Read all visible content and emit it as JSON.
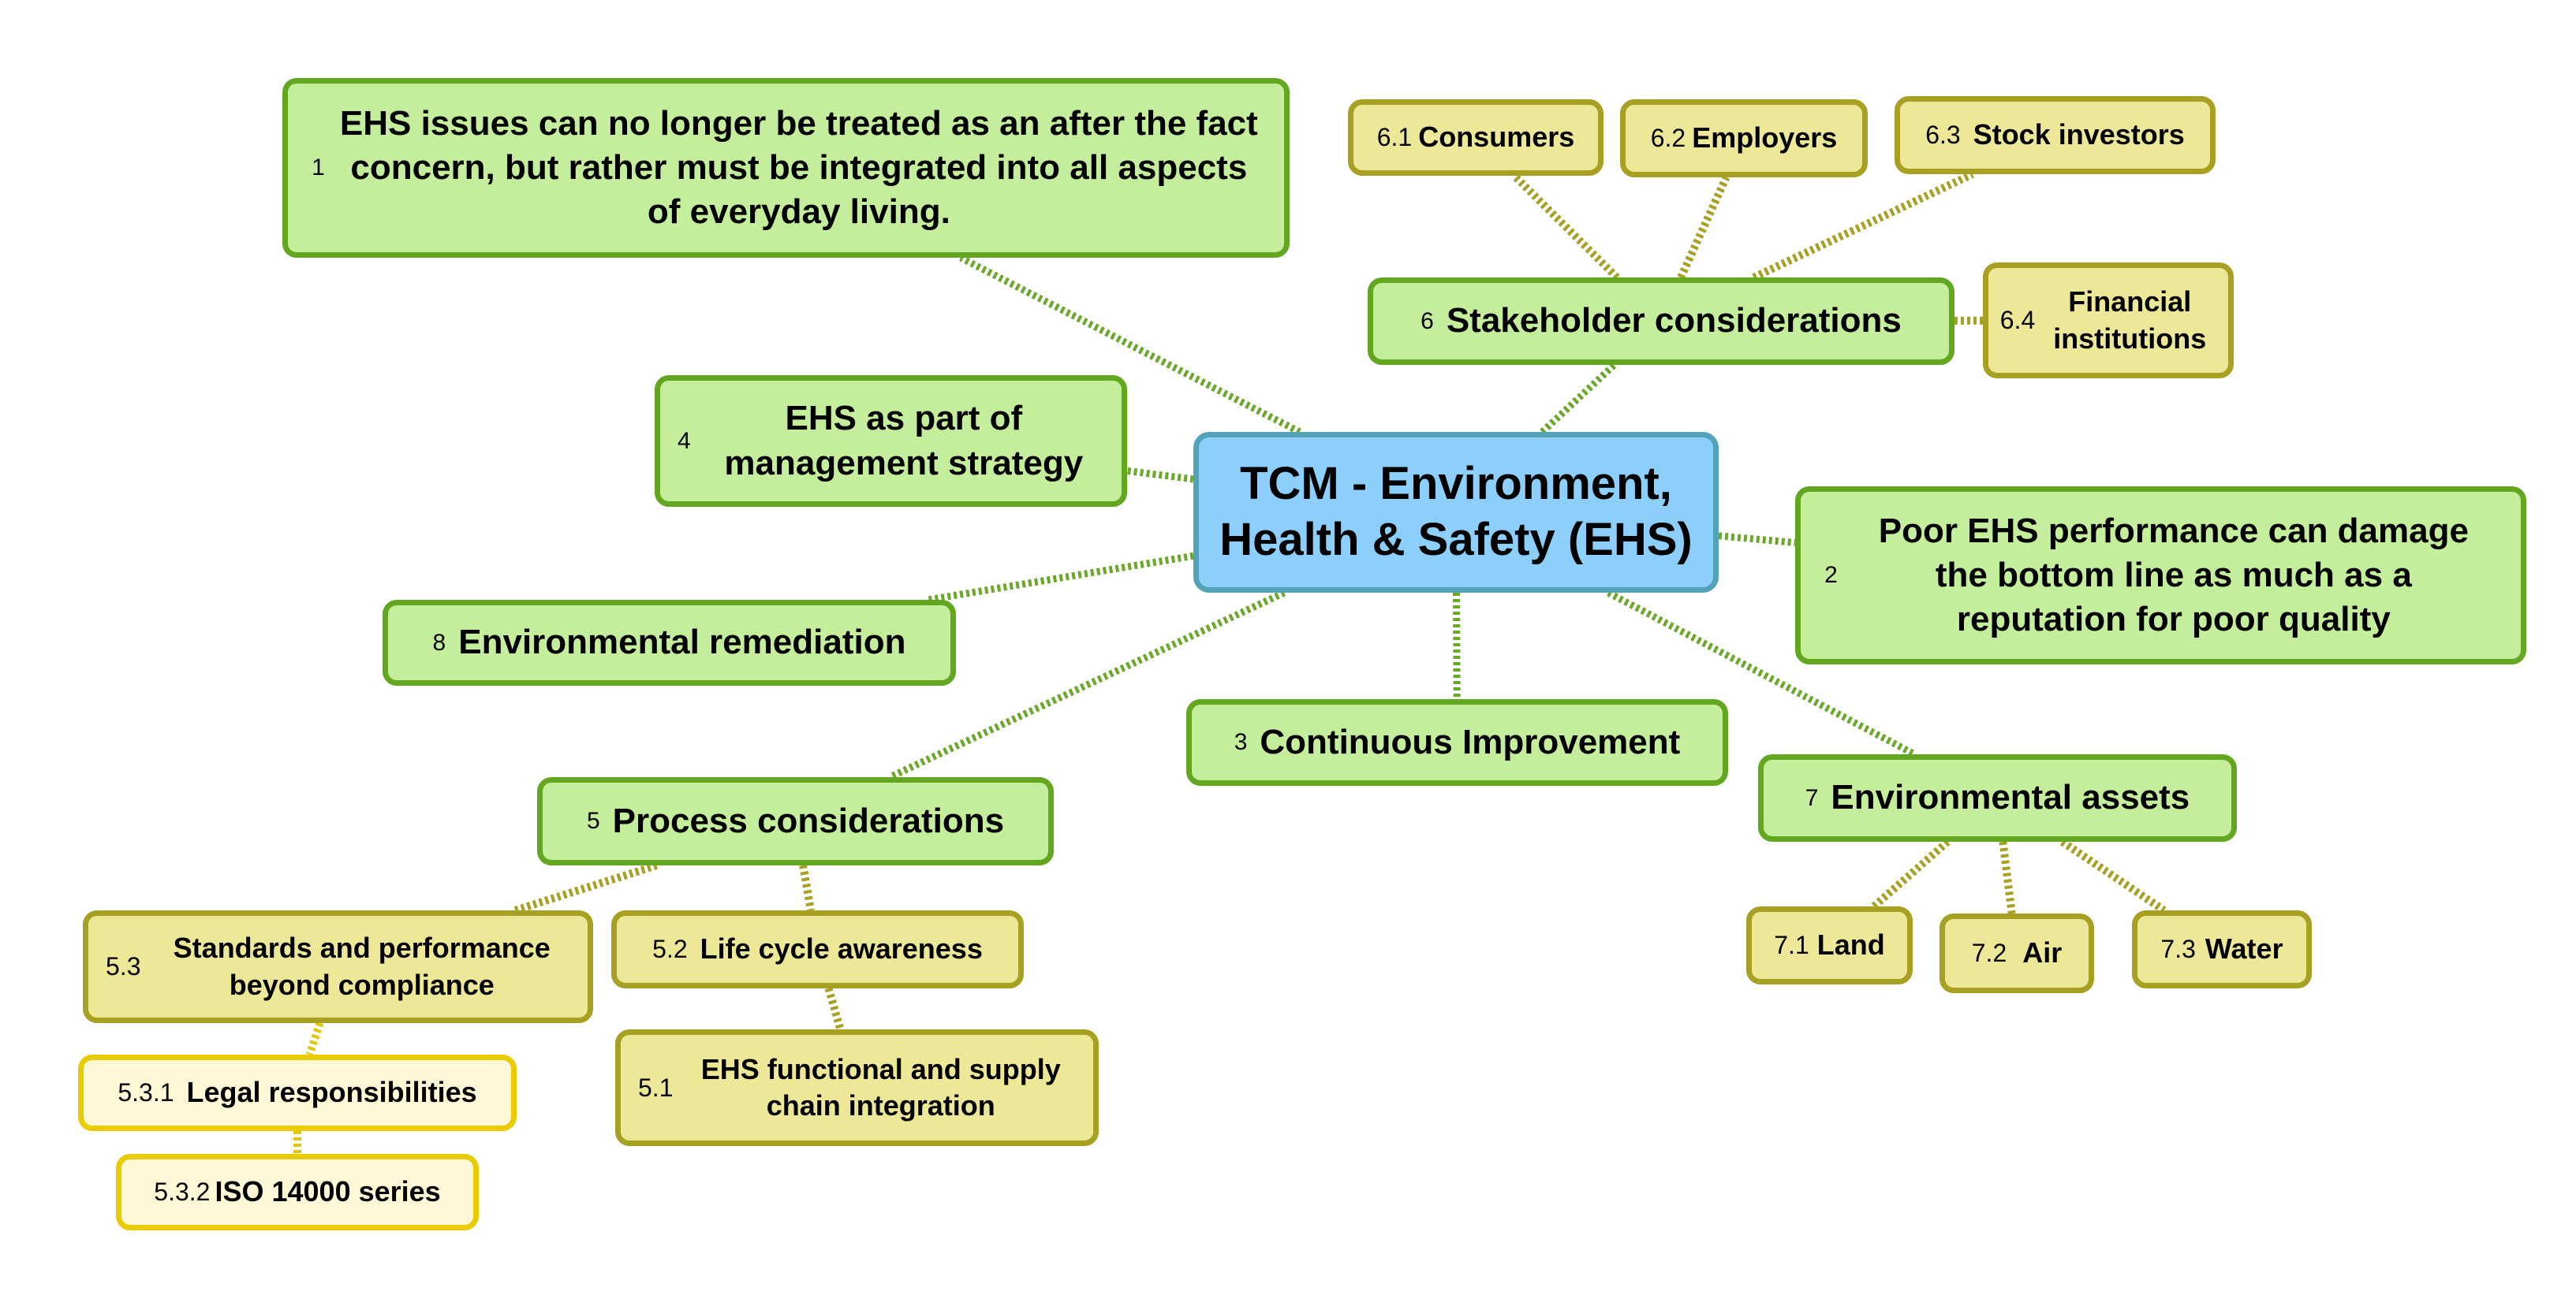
{
  "title": "TCM - Environment, Health & Safety (EHS)",
  "colors": {
    "root_fill": "#8ccffb",
    "root_border": "#52a3b8",
    "topic_fill": "#c5ee9c",
    "topic_border": "#63a720",
    "subtopic_fill": "#ede897",
    "subtopic_border": "#a7a022",
    "detail_fill": "#fff8d6",
    "detail_border": "#e9cc00",
    "link_topic": "#6aa82a",
    "link_subtopic": "#a7a022",
    "link_detail": "#e0c800"
  },
  "root": {
    "label": "TCM - Environment, Health & Safety (EHS)"
  },
  "topics": [
    {
      "num": "1",
      "label": "EHS issues can no longer be treated as an after the fact concern, but rather must be integrated into all aspects of everyday living."
    },
    {
      "num": "2",
      "label": "Poor EHS performance can damage the bottom line as much as a reputation for poor quality"
    },
    {
      "num": "3",
      "label": "Continuous Improvement"
    },
    {
      "num": "4",
      "label": "EHS as part of management strategy"
    },
    {
      "num": "5",
      "label": "Process considerations",
      "children": [
        {
          "num": "5.1",
          "label": "EHS functional and supply chain integration"
        },
        {
          "num": "5.2",
          "label": "Life cycle awareness"
        },
        {
          "num": "5.3",
          "label": "Standards and performance beyond compliance",
          "children": [
            {
              "num": "5.3.1",
              "label": "Legal responsibilities"
            },
            {
              "num": "5.3.2",
              "label": "ISO 14000 series"
            }
          ]
        }
      ]
    },
    {
      "num": "6",
      "label": "Stakeholder considerations",
      "children": [
        {
          "num": "6.1",
          "label": "Consumers"
        },
        {
          "num": "6.2",
          "label": "Employers"
        },
        {
          "num": "6.3",
          "label": "Stock investors"
        },
        {
          "num": "6.4",
          "label": "Financial institutions"
        }
      ]
    },
    {
      "num": "7",
      "label": "Environmental assets",
      "children": [
        {
          "num": "7.1",
          "label": "Land"
        },
        {
          "num": "7.2",
          "label": "Air"
        },
        {
          "num": "7.3",
          "label": "Water"
        }
      ]
    },
    {
      "num": "8",
      "label": "Environmental remediation"
    }
  ]
}
